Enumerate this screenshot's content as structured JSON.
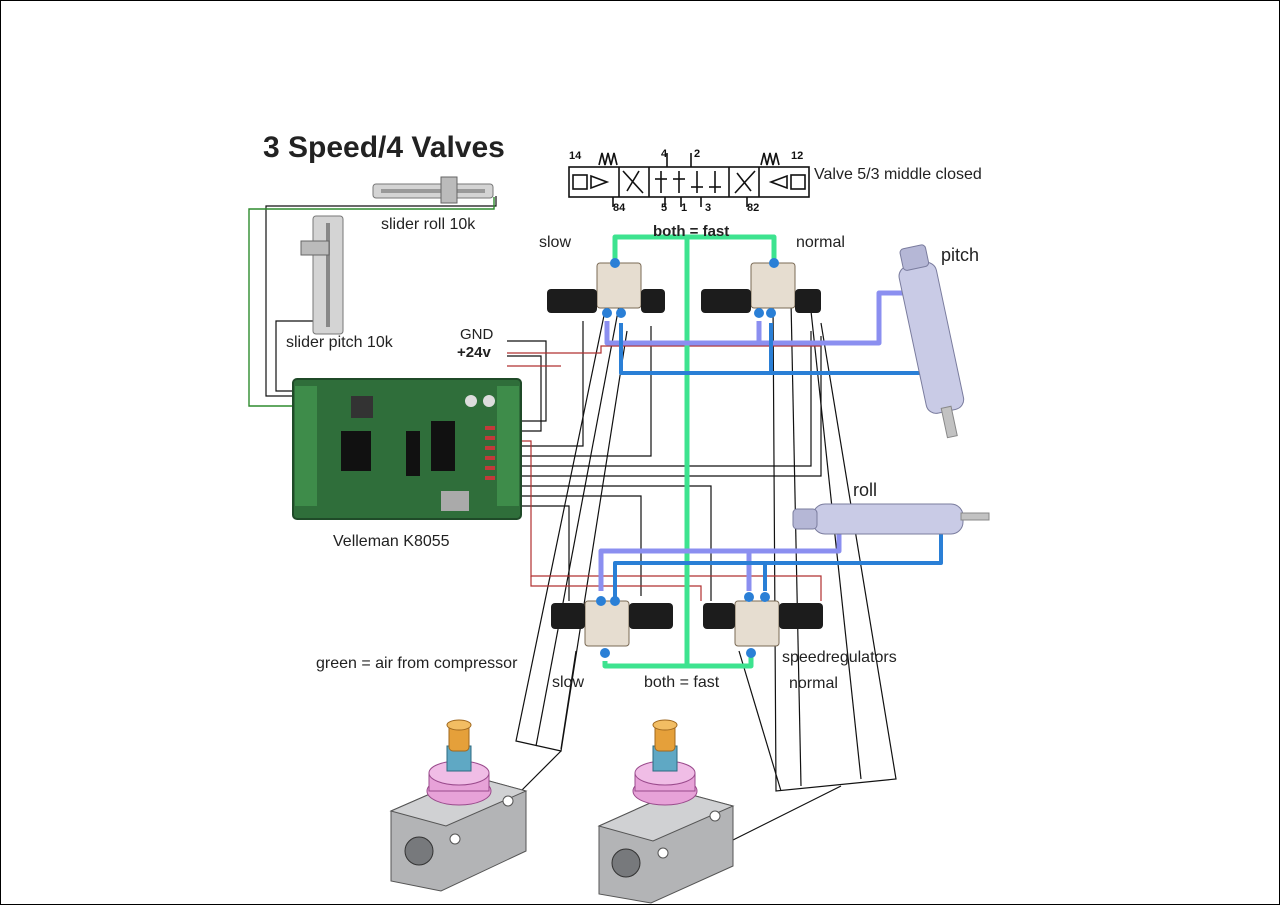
{
  "title": "3 Speed/4 Valves",
  "labels": {
    "valve_symbol": "Valve 5/3 middle closed",
    "slider_roll": "slider roll 10k",
    "slider_pitch": "slider pitch 10k",
    "gnd": "GND",
    "v24": "+24v",
    "board": "Velleman K8055",
    "slow_top": "slow",
    "normal_top": "normal",
    "both_fast_top": "both = fast",
    "pitch": "pitch",
    "roll": "roll",
    "green_air": "green = air from compressor",
    "slow_bottom": "slow",
    "both_fast_bottom": "both = fast",
    "normal_bottom": "normal",
    "speedregulators": "speedregulators"
  },
  "valve_symbol_ports": {
    "p14": "14",
    "p4": "4",
    "p2": "2",
    "p12": "12",
    "p84": "84",
    "p5": "5",
    "p1": "1",
    "p3": "3",
    "p82": "82"
  },
  "colors": {
    "air_line": "#3de38f",
    "pipe_light": "#8b8ff0",
    "pipe_dark": "#2a7fd6",
    "wire_black": "#111111",
    "wire_red": "#b03030",
    "wire_green": "#2e8b2e",
    "board_green": "#2f6e3a",
    "regulator_body": "#a9aaac",
    "regulator_ring": "#e7a2d8",
    "regulator_knob": "#e5a03a"
  }
}
